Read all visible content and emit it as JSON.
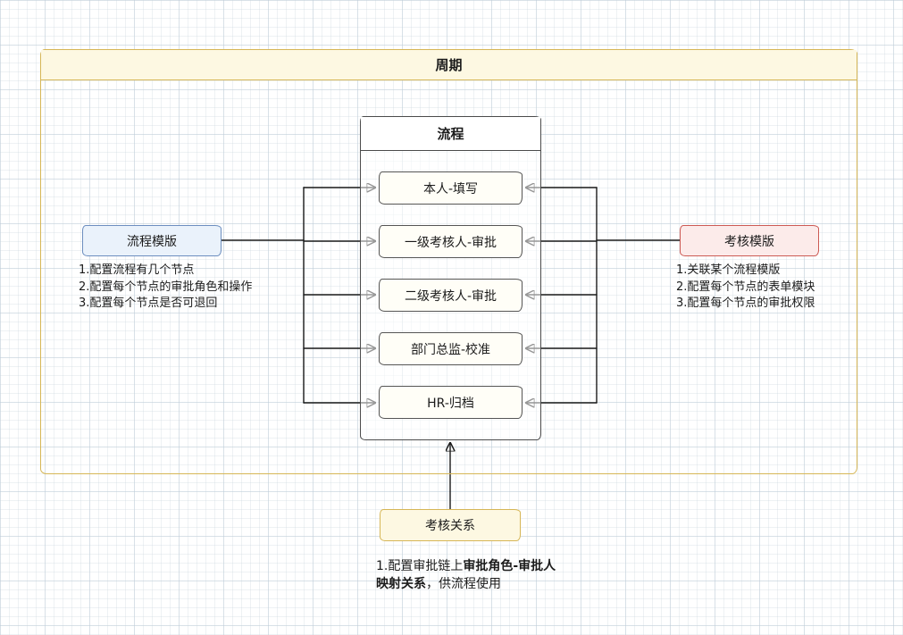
{
  "diagram": {
    "period_lane": {
      "title": "周期"
    },
    "flow_container": {
      "title": "流程",
      "nodes": [
        {
          "label": "本人-填写"
        },
        {
          "label": "一级考核人-审批"
        },
        {
          "label": "二级考核人-审批"
        },
        {
          "label": "部门总监-校准"
        },
        {
          "label": "HR-归档"
        }
      ]
    },
    "flow_template": {
      "title": "流程模版",
      "notes": [
        "1.配置流程有几个节点",
        "2.配置每个节点的审批角色和操作",
        "3.配置每个节点是否可退回"
      ]
    },
    "assessment_template": {
      "title": "考核模版",
      "notes": [
        "1.关联某个流程模版",
        "2.配置每个节点的表单模块",
        "3.配置每个节点的审批权限"
      ]
    },
    "assessment_relation": {
      "title": "考核关系",
      "note": {
        "prefix": "1.配置审批链上",
        "bold": "审批角色-审批人映射关系",
        "suffix": "，供流程使用"
      }
    },
    "colors": {
      "lane_border": "#d6b656",
      "lane_fill": "#fdf8e2",
      "flow_border": "#4b4b4b",
      "node_fill": "#fffef7",
      "blue_border": "#6c8ebf",
      "blue_fill": "#eaf2fb",
      "red_border": "#cc5a54",
      "red_fill": "#fcebea",
      "connector": "#1a1a1a"
    }
  }
}
